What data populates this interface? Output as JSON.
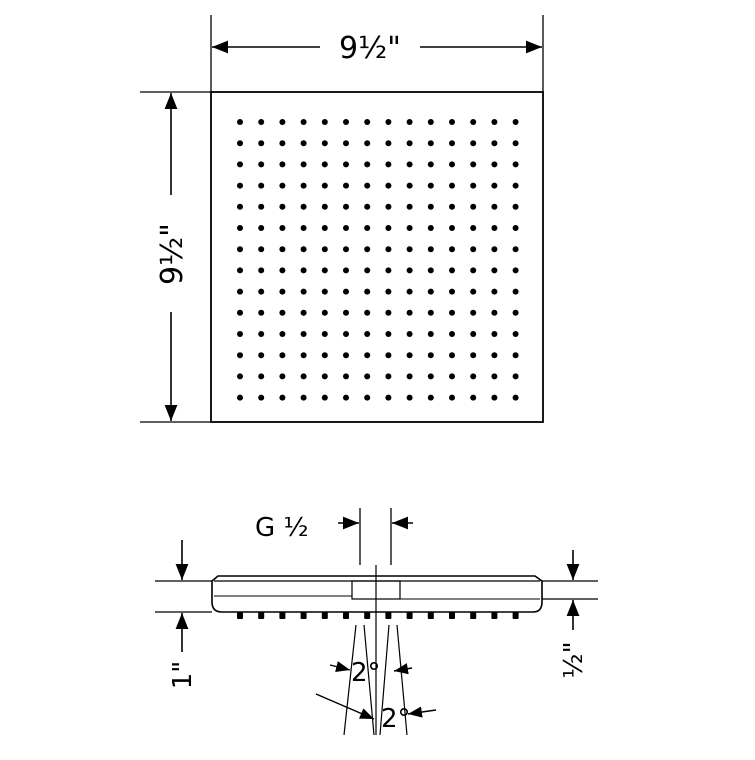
{
  "drawing": {
    "top_view": {
      "width_label": "9½\"",
      "height_label": "9½\"",
      "nozzle_rows": 14,
      "nozzle_cols": 14
    },
    "side_view": {
      "connection_label": "G ½",
      "total_height_label": "1\"",
      "plate_thickness_label": "½\"",
      "angle_label_upper": "2°",
      "angle_label_lower": "2°",
      "bottom_nozzle_count": 14
    },
    "colors": {
      "line": "#000000",
      "background": "#ffffff"
    }
  }
}
